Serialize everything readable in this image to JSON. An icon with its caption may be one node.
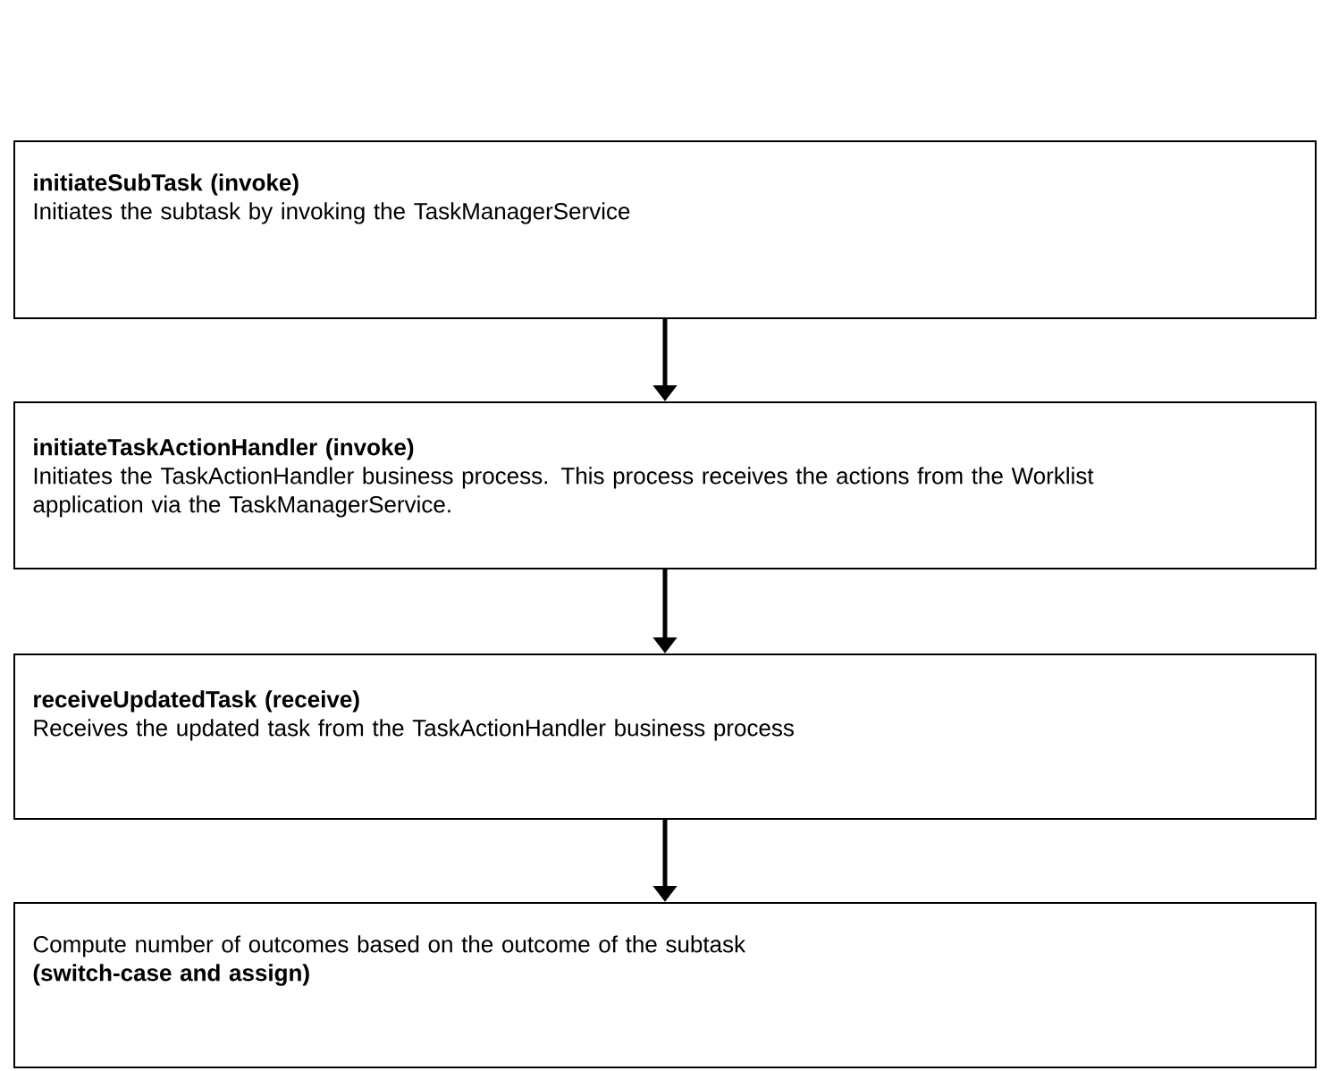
{
  "diagram": {
    "nodes": [
      {
        "text": [
          "initiateSubTask (invoke)",
          "Initiates the subtask by invoking the TaskManagerService"
        ]
      },
      {
        "text": [
          "initiateTaskActionHandler (invoke)",
          "Initiates the TaskActionHandler business process. This process receives the actions from the Worklist application via the TaskManagerService."
        ]
      },
      {
        "text": [
          "receiveUpdatedTask (receive)",
          "Receives the updated task from the TaskActionHandler business process"
        ]
      },
      {
        "text": [
          "Compute number of outcomes based on the outcome of the subtask",
          "(switch-case and assign)"
        ]
      }
    ],
    "edges": [
      {
        "from": 0,
        "to": 1,
        "arrow": "to"
      },
      {
        "from": 1,
        "to": 2,
        "arrow": "to"
      },
      {
        "from": 2,
        "to": 3,
        "arrow": "to"
      }
    ]
  }
}
